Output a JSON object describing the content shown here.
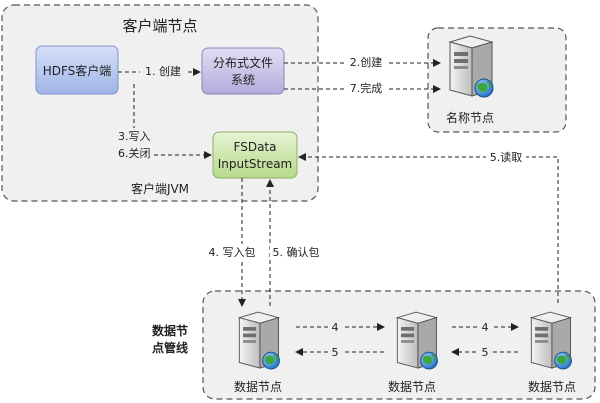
{
  "client_node": {
    "title": "客户端节点",
    "jvm_label": "客户端JVM",
    "hdfs_client": "HDFS客户端",
    "dfs_line1": "分布式文件",
    "dfs_line2": "系统",
    "fsdata_line1": "FSData",
    "fsdata_line2": "InputStream"
  },
  "name_node": {
    "label": "名称节点"
  },
  "pipeline": {
    "label_line1": "数据节",
    "label_line2": "点管线",
    "nodes": [
      "数据节点",
      "数据节点",
      "数据节点"
    ]
  },
  "steps": {
    "create1": "1. 创建",
    "create2": "2.创建",
    "complete": "7.完成",
    "write_in": "3.写入",
    "close": "6.关闭",
    "read": "5.读取",
    "write_packet": "4. 写入包",
    "ack_packet": "5. 确认包",
    "fwd1": "4",
    "back1": "5",
    "fwd2": "4",
    "back2": "5"
  },
  "colors": {
    "blue_box": "#b9c9ef",
    "purple_box": "#c9c4e6",
    "green_box": "#cfe6b0",
    "container_bg": "#f0f0f0",
    "server_body": "#d8d8d8",
    "globe": "#2f7fd0"
  }
}
